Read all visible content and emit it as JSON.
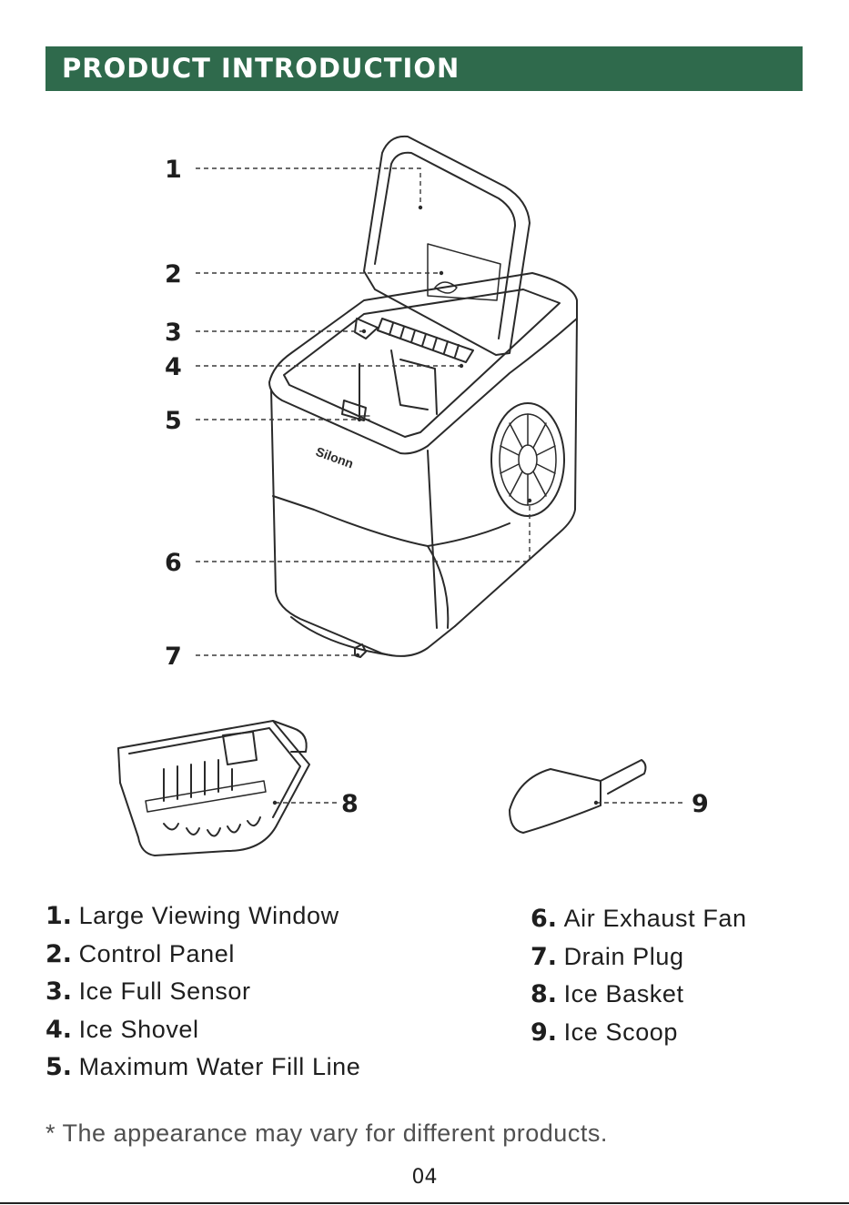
{
  "header": {
    "title": "PRODUCT INTRODUCTION",
    "bar_color": "#2f6a4c"
  },
  "diagram": {
    "brand": "Silonn",
    "callouts": [
      "1",
      "2",
      "3",
      "4",
      "5",
      "6",
      "7",
      "8",
      "9"
    ]
  },
  "parts_left": [
    {
      "num": "1.",
      "label": "Large Viewing Window"
    },
    {
      "num": "2.",
      "label": "Control Panel"
    },
    {
      "num": "3.",
      "label": "Ice Full Sensor"
    },
    {
      "num": "4.",
      "label": "Ice Shovel"
    },
    {
      "num": "5.",
      "label": "Maximum Water Fill Line"
    }
  ],
  "parts_right": [
    {
      "num": "6.",
      "label": "Air Exhaust Fan"
    },
    {
      "num": "7.",
      "label": "Drain Plug"
    },
    {
      "num": "8.",
      "label": "Ice Basket"
    },
    {
      "num": "9.",
      "label": "Ice Scoop"
    }
  ],
  "footnote": "* The appearance may vary for different products.",
  "page_number": "04"
}
